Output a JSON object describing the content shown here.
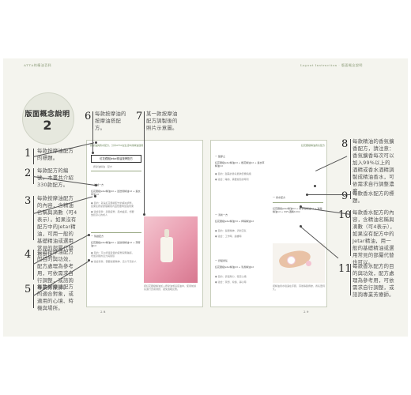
{
  "header": {
    "left_running_title": "ATTA的精油百科",
    "right_running_title": "Layout Instruction · 版面概念說明"
  },
  "section": {
    "title": "版面概念說明",
    "number": "2"
  },
  "callouts": [
    {
      "num": "1",
      "text": "每款按摩油配方的標題。"
    },
    {
      "num": "2",
      "text": "每款配方的編號，本書共介紹330款配方。"
    },
    {
      "num": "3",
      "text": "每款按摩油配方的內容，含精油名稱與滴數（可4表示）。如果沒有配方中的Jetar精油，可用一般的基礎精油或選用常見的部屬代替也可以。"
    },
    {
      "num": "4",
      "text": "每款按摩油配方的目的與功效，配方處理為參考用，可依需求自行調整，或諮詢專業芳療師。"
    },
    {
      "num": "5",
      "text": "每款按摩油配方的適合對象，或適用的心境、時機與場所。"
    },
    {
      "num": "6",
      "text": "每款按摩油的按摩油搭配方。"
    },
    {
      "num": "7",
      "text": "某一款按摩油配方調製後的照片示意圖。"
    },
    {
      "num": "8",
      "text": "每款精油的香氛擴香配方，請注意：香氛擴香每次可以加入99%以上的酒精或香水酒精調製成精油香水，可依需求自行調整濃度。"
    },
    {
      "num": "9",
      "text": "每款香水配方的標題。"
    },
    {
      "num": "10",
      "text": "每款香水配方的內容，含精油名稱與滴數（可4表示），如果沒有配方中的Jetar精油，用一般的基礎精油或選用常見的部屬代替也可以。"
    },
    {
      "num": "11",
      "text": "每款香水配方的目的與功效，配方處理為參考用，可依需求自行調整，或諮詢專業芳療師。"
    }
  ],
  "left_page": {
    "header_line": "按摩油與香水配方，分享ATTA在生活中的精油運用",
    "headbox": "紅花鐵樹Jetar精油按摩配方",
    "sub_title": "按摩油精油 · 配方",
    "blocks": [
      {
        "heading": "一 加減一方",
        "recipe": "紅花鐵樹Jetar精油4d + 迷迭香精油1d + 薰衣草油1d",
        "lines": [
          "● 目的：就是紅花鐵樹配方的補充調整，",
          "  如果在按摩處理期間內還想要再加強效果",
          "● 適合對象：身體疲勞、肌肉痠痛、想要",
          "  放鬆身心的成人"
        ]
      },
      {
        "heading": "一 幫讓配方",
        "recipe": "紅花鐵樹Jetar精油4d + 迷迭香精油1d + 薄荷油1d",
        "lines": [
          "● 目的：可以紓緩身體的疲勞與緊繃感，",
          "  增加身體的活力與循環",
          "● 適合對象：需要提振精神、活力不足的人"
        ]
      }
    ],
    "photo_caption": "把紅花鐵樹精油加入按摩油或基底油中，使用前請先進行皮膚測試，避免過敏反應。",
    "page_number": "2 8"
  },
  "right_page": {
    "header_line": "紅花鐵樹精油香氛配方",
    "blocks": [
      {
        "heading": "一 甜夢之",
        "recipe": "紅花鐵樹Jetar精油2d + 橙花精油1d + 薰衣草精油1d",
        "lines": [
          "● 目的：甜美的香氣能夠安撫情緒",
          "● 適合：睡前、需要放鬆的時刻"
        ]
      },
      {
        "heading": "一 清新一方",
        "recipe": "紅花鐵樹Jetar精油3d + 檸檬精油1d",
        "lines": [
          "● 目的：提振精神、清新空氣",
          "● 適合：工作時、讀書時"
        ]
      },
      {
        "heading": "一 舒緩香氣",
        "recipe": "紅花鐵樹Jetar精油2d + 乳香精油1d",
        "lines": [
          "● 目的：舒緩壓力、穩定心緒",
          "● 適合：冥想、瑜伽、靜心時"
        ]
      }
    ],
    "perfume_headbox": "一 香水配方",
    "perfume_recipe": "紅花鐵樹Jetar精油5d + 佛手柑精油2d + 玫瑰精油1d + 99%酒精10ml",
    "photo_caption": "把精油香水噴灑在手腕、耳後等脈搏處，香氣更持久。",
    "page_number": "2 9"
  },
  "colors": {
    "accent_green": "#8a9a76",
    "page_background": "#f4f4ee",
    "photo_pink": "#e99aae"
  }
}
